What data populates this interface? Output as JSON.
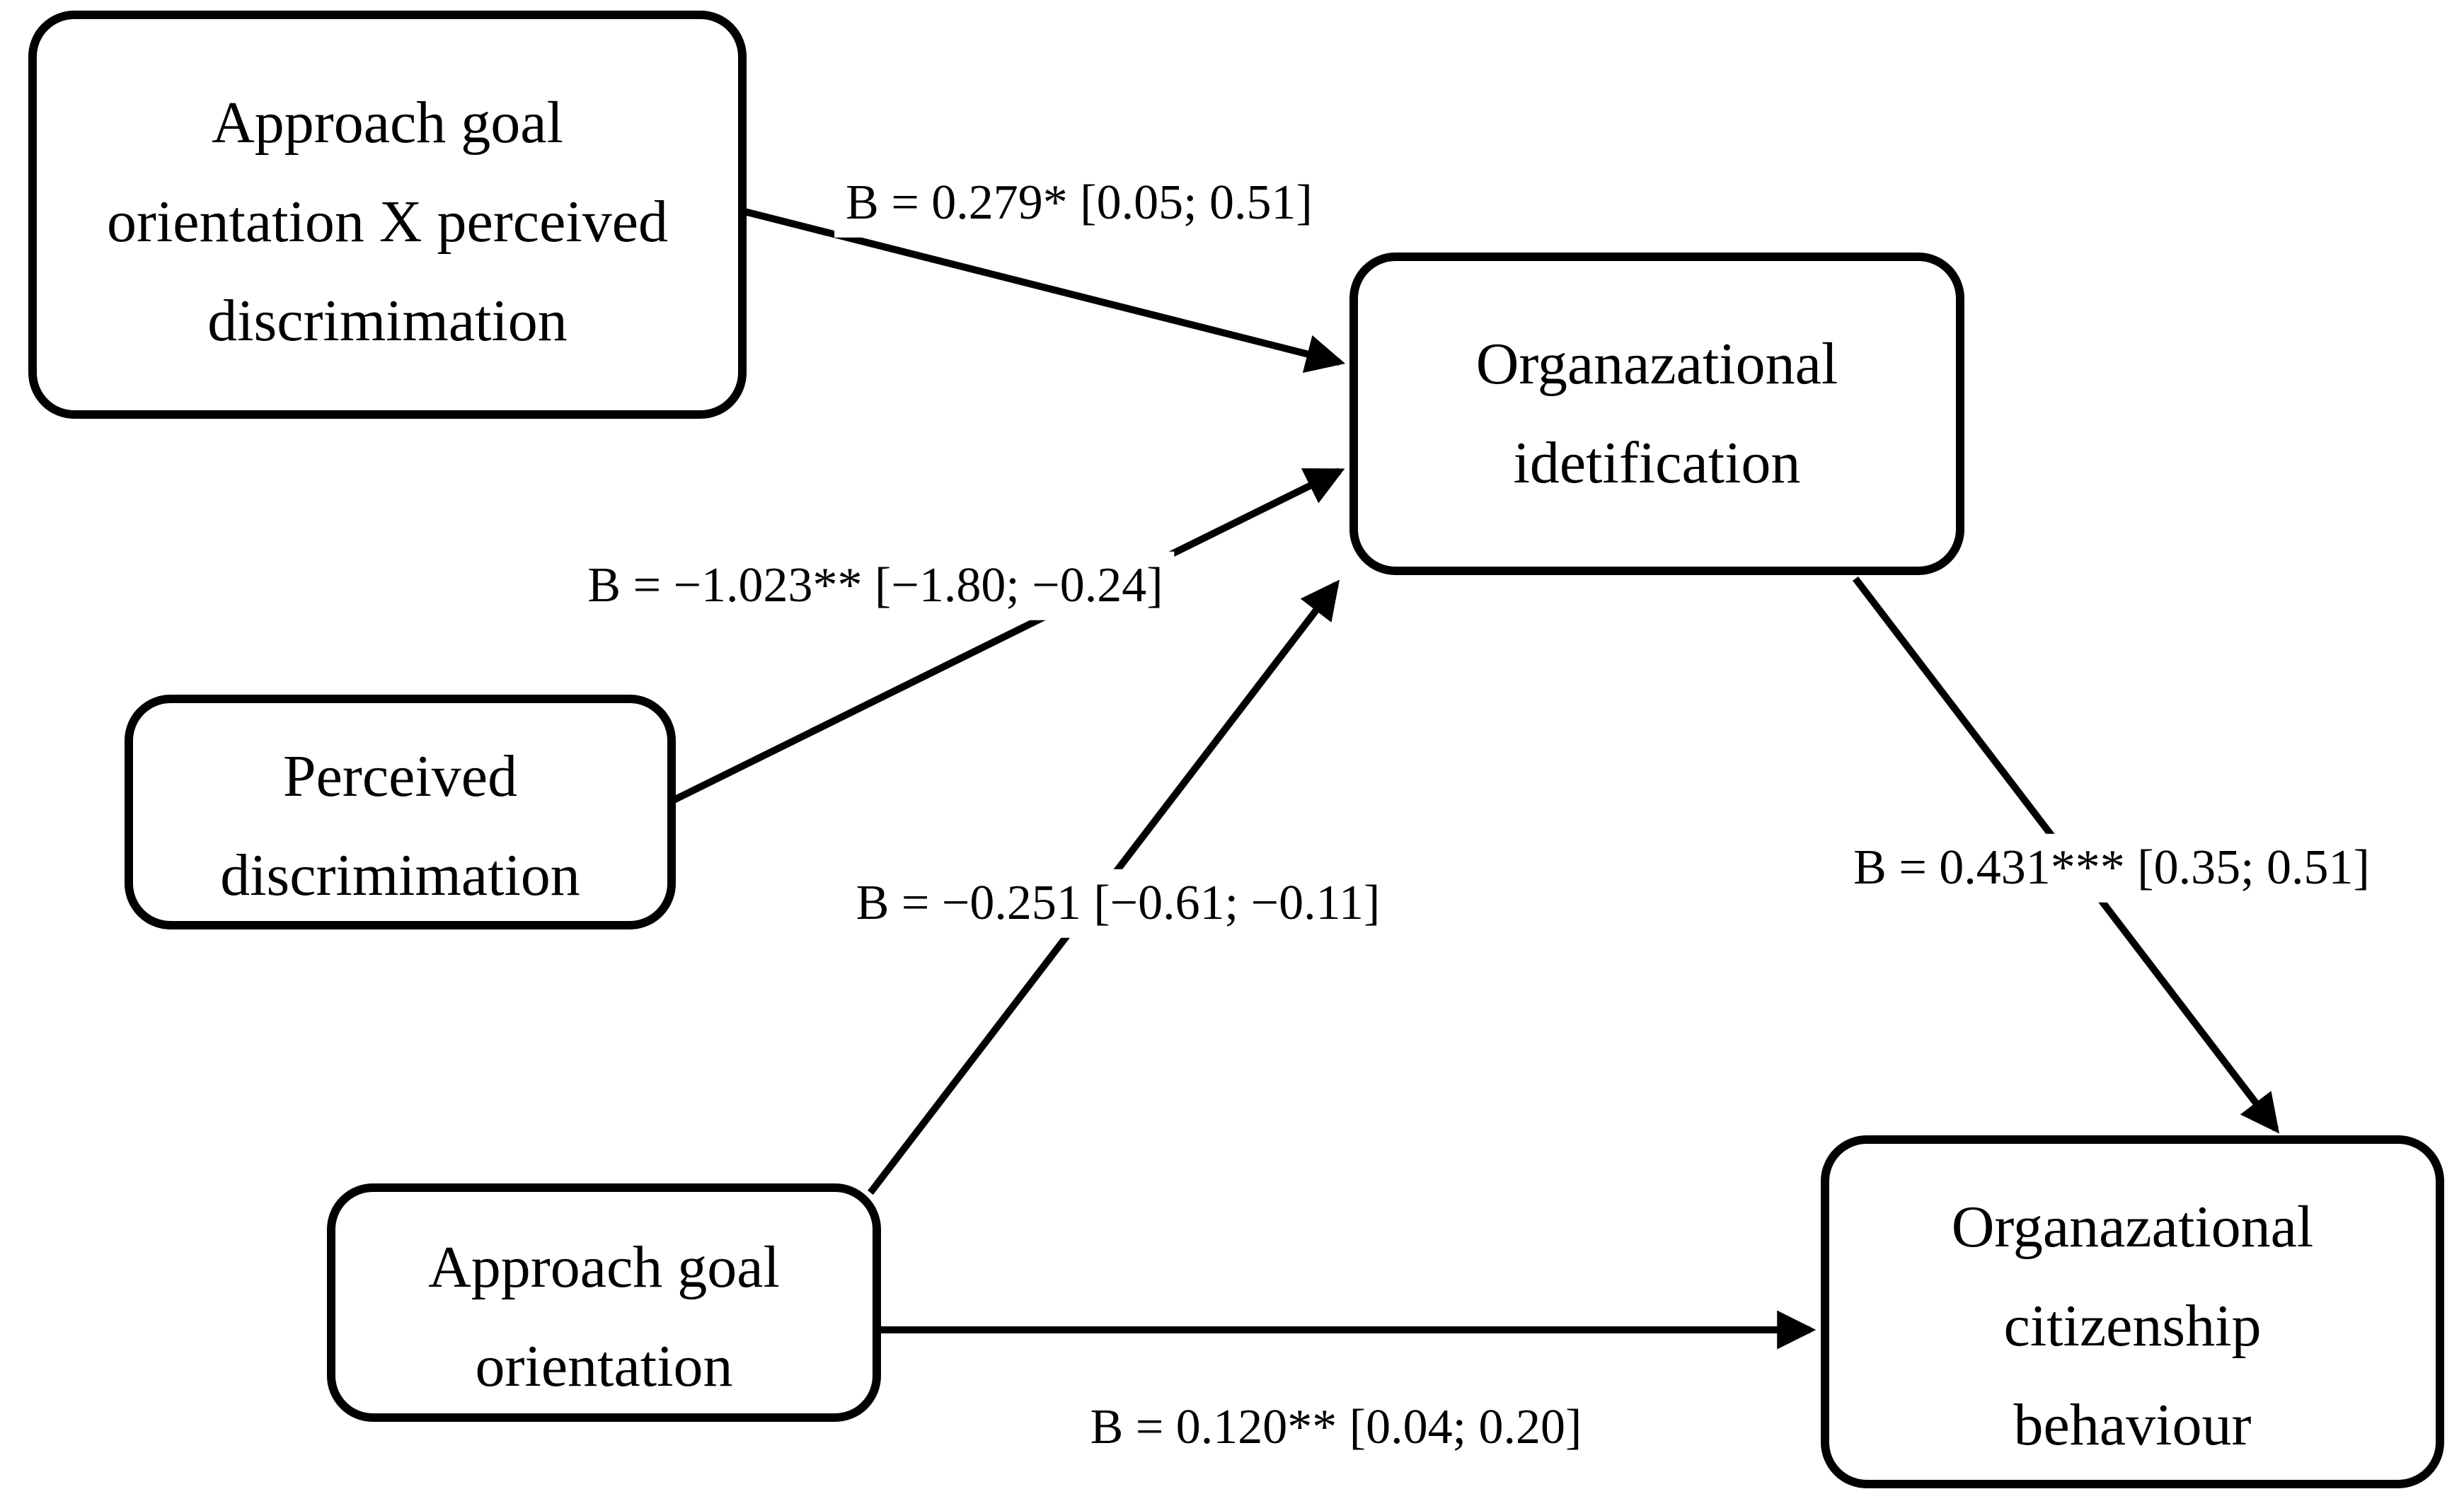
{
  "diagram_title": "Path model: approach goal orientation, perceived discrimination, organizational identification and citizenship behaviour",
  "colors": {
    "ink": "#000000",
    "background": "#ffffff"
  },
  "nodes": [
    {
      "id": "interaction-term",
      "lines": [
        "Approach goal",
        "orientation X perceived",
        "discrimimation"
      ]
    },
    {
      "id": "perceived-discrimination",
      "lines": [
        "Perceived",
        "discrimimation"
      ]
    },
    {
      "id": "approach-goal-orientation",
      "lines": [
        "Approach goal",
        "orientation"
      ]
    },
    {
      "id": "organizational-identification",
      "lines": [
        "Organazational",
        "idetification"
      ]
    },
    {
      "id": "organizational-citizenship-behaviour",
      "lines": [
        "Organazational",
        "citizenship",
        "behaviour"
      ]
    }
  ],
  "edges": [
    {
      "from": "interaction-term",
      "to": "organizational-identification",
      "label": "B = 0.279* [0.05; 0.51]"
    },
    {
      "from": "perceived-discrimination",
      "to": "organizational-identification",
      "label": "B = −1.023** [−1.80; −0.24]"
    },
    {
      "from": "approach-goal-orientation",
      "to": "organizational-identification",
      "label": "B = −0.251 [−0.61; −0.11]"
    },
    {
      "from": "organizational-identification",
      "to": "organizational-citizenship-behaviour",
      "label": "B = 0.431*** [0.35; 0.51]"
    },
    {
      "from": "approach-goal-orientation",
      "to": "organizational-citizenship-behaviour",
      "label": "B = 0.120** [0.04; 0.20]"
    }
  ]
}
